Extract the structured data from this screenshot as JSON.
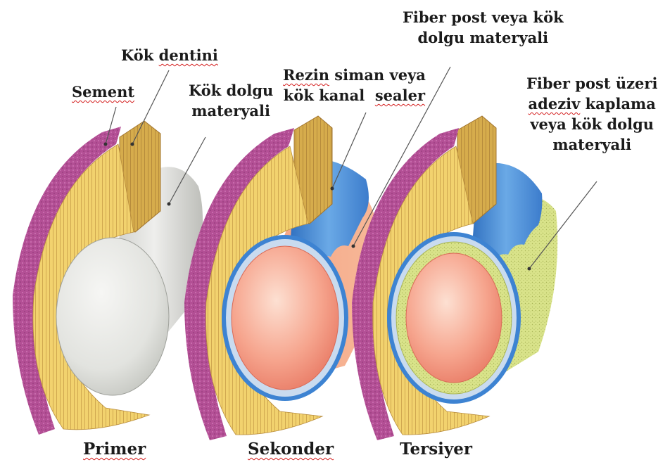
{
  "labels": {
    "sement": "Sement",
    "kok_prefix": "Kök",
    "dentini": "dentini",
    "kok_dolgu_line1": "Kök dolgu",
    "kok_dolgu_line2": "materyali",
    "rezin_prefix": "Rezin",
    "rezin_rest": " siman veya",
    "kok_kanal": "kök kanal",
    "sealer": "sealer",
    "fiber_post_line1": "Fiber post veya kök",
    "fiber_post_line2": "dolgu materyali",
    "fiber_ust_line1": "Fiber post üzeri",
    "adeziv": "adeziv",
    "kaplama": " kaplama",
    "fiber_ust_line3": "veya kök dolgu",
    "fiber_ust_line4": "materyali"
  },
  "captions": {
    "primer": "Primer",
    "sekonder": "Sekonder",
    "tersiyer": "Tersiyer"
  },
  "colors": {
    "cementum": "#b34f95",
    "dentin": "#f2d26e",
    "primary_filling": "#e6e6e2",
    "resin_sealer": "#4a8fd6",
    "fiber_post": "#f08a74",
    "adhesive_coating": "#d9e38a"
  }
}
